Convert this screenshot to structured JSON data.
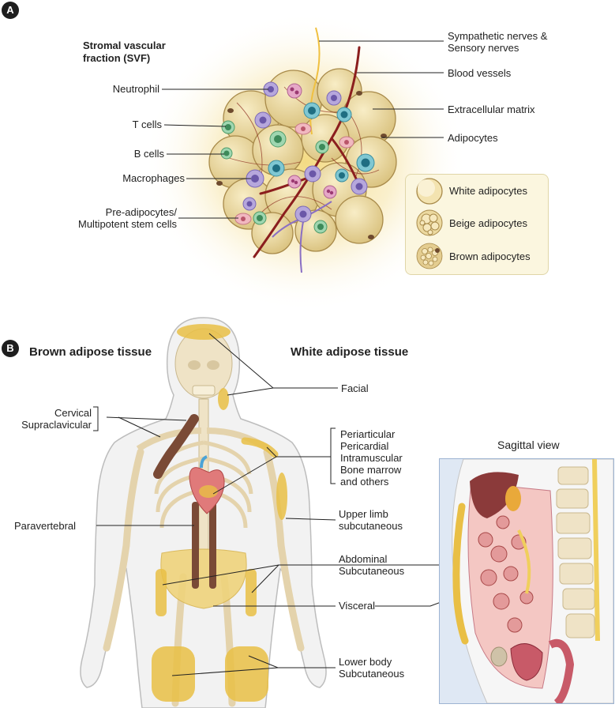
{
  "panel_a": {
    "badge": "A",
    "svf_title_line1": "Stromal vascular",
    "svf_title_line2": "fraction (SVF)",
    "left_labels": {
      "neutrophil": "Neutrophil",
      "t_cells": "T cells",
      "b_cells": "B cells",
      "macrophages": "Macrophages",
      "preadipocytes_line1": "Pre-adipocytes/",
      "preadipocytes_line2": "Multipotent stem cells"
    },
    "right_labels": {
      "nerves_line1": "Sympathetic nerves &",
      "nerves_line2": "Sensory nerves",
      "blood_vessels": "Blood vessels",
      "ecm": "Extracellular matrix",
      "adipocytes": "Adipocytes"
    },
    "legend": [
      {
        "label": "White adipocytes",
        "icon": "white-adipocyte-icon"
      },
      {
        "label": "Beige adipocytes",
        "icon": "beige-adipocyte-icon"
      },
      {
        "label": "Brown adipocytes",
        "icon": "brown-adipocyte-icon"
      }
    ]
  },
  "panel_b": {
    "badge": "B",
    "brown_title": "Brown adipose tissue",
    "white_title": "White adipose tissue",
    "labels": {
      "facial": "Facial",
      "cervical_line1": "Cervical",
      "cervical_line2": "Supraclavicular",
      "periarticular_lines": [
        "Periarticular",
        "Pericardial",
        "Intramuscular",
        "Bone marrow",
        "and others"
      ],
      "paravertebral": "Paravertebral",
      "upper_limb_line1": "Upper limb",
      "upper_limb_line2": "subcutaneous",
      "abdominal_line1": "Abdominal",
      "abdominal_line2": "Subcutaneous",
      "visceral": "Visceral",
      "lower_body_line1": "Lower body",
      "lower_body_line2": "Subcutaneous"
    },
    "sagittal_title": "Sagittal view"
  },
  "colors": {
    "fat_yellow": "#e9bf45",
    "brown_fat": "#7a4a36",
    "adipocyte_fill": "#ead9a8",
    "glow": "#f4dc8a",
    "blood_vessel": "#8b1e1e",
    "nerve": "#8a6fc4",
    "bone": "#efe3c6"
  }
}
